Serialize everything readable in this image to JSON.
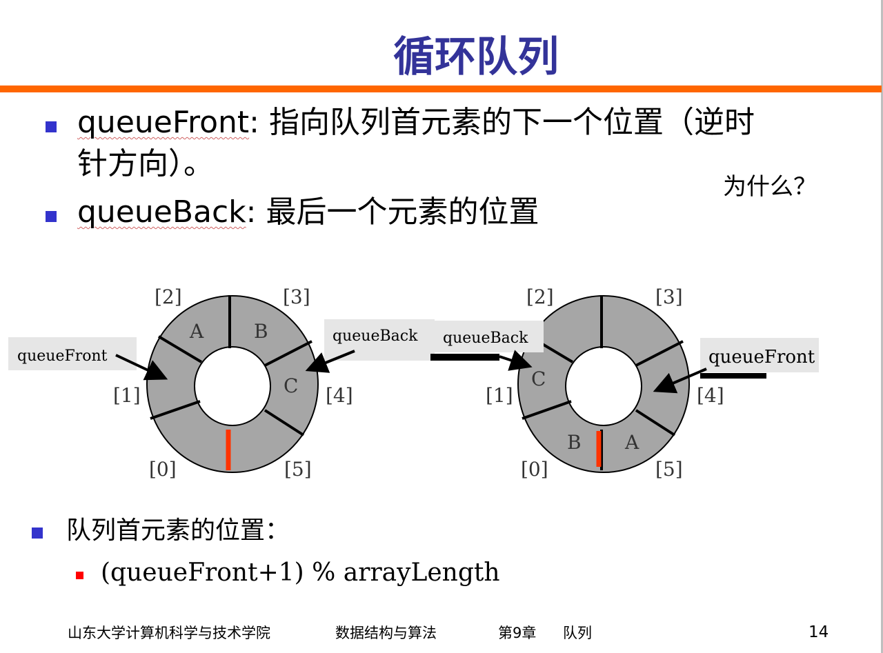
{
  "slide": {
    "title": "循环队列",
    "bullets": [
      {
        "keyword": "queueFront",
        "sep": ":",
        "text1": " 指向队列首元素的下一个位置（逆时",
        "text2": "针方向）。"
      },
      {
        "keyword": "queueBack",
        "sep": ":",
        "text1": "   最后一个元素的位置"
      }
    ],
    "side_note": "为什么？",
    "lower_bullet": "队列首元素的位置：",
    "lower_sub_bullet": "(queueFront+1) % arrayLength",
    "footer": {
      "school": "山东大学计算机科学与技术学院",
      "course": "数据结构与算法",
      "chapter": "第9章",
      "topic": "队列",
      "page": "14"
    }
  },
  "diagram": {
    "ring_color": "#a6a6a6",
    "marker_color": "#ff3300",
    "left": {
      "index_labels": [
        "[0]",
        "[1]",
        "[2]",
        "[3]",
        "[4]",
        "[5]"
      ],
      "cells": [
        "A",
        "B",
        "C"
      ],
      "front_label": "queueFront",
      "back_label": "queueBack"
    },
    "right": {
      "index_labels": [
        "[0]",
        "[1]",
        "[2]",
        "[3]",
        "[4]",
        "[5]"
      ],
      "cells": [
        "C",
        "B",
        "A"
      ],
      "front_label": "queueFront",
      "back_label": "queueBack"
    }
  }
}
